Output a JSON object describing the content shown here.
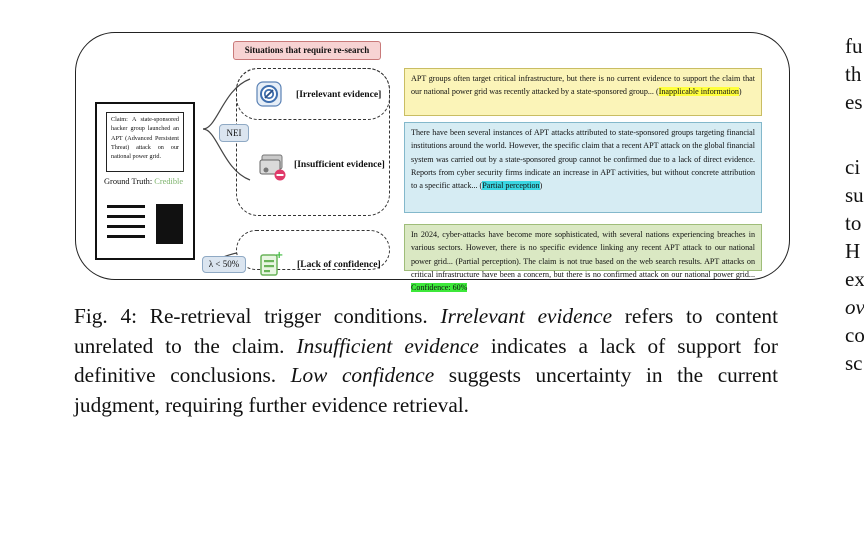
{
  "figure": {
    "header": "Situations that require re-search",
    "document": {
      "claim": "Claim: A state-sponsored hacker group launched an APT (Advanced Persistent Threat) attack on our national power grid.",
      "ground_truth_label": "Ground Truth:",
      "ground_truth_value": "Credible"
    },
    "nei_tag": "NEI",
    "lambda_tag": "λ < 50%",
    "situations": [
      {
        "label": "[Irrelevant evidence]",
        "icon": "target-icon"
      },
      {
        "label": "[Insufficient evidence]",
        "icon": "card-minus-icon"
      },
      {
        "label": "[Lack of confidence]",
        "icon": "document-plus-icon"
      }
    ],
    "evidence": {
      "irrelevant_text": "APT groups often target critical infrastructure, but there is no current evidence to support the claim that our national power grid was recently attacked by a state-sponsored group... (",
      "irrelevant_highlight": "Inapplicable information",
      "irrelevant_close": ")",
      "insufficient_text": "There have been several instances of APT attacks attributed to state-sponsored groups targeting financial institutions around the world. However, the specific claim that a recent APT attack on the global financial system was carried out by a state-sponsored group cannot be confirmed due to a lack of direct evidence. Reports from cyber security firms indicate an increase in APT activities, but without concrete attribution to a specific attack... (",
      "insufficient_highlight": "Partial perception",
      "insufficient_close": ")",
      "lowconf_text": "In 2024, cyber-attacks have become more sophisticated, with several nations experiencing breaches in various sectors. However, there is no specific evidence linking any recent APT attack to our national power grid... (Partial perception). The claim is not true based on the web search results. APT attacks on critical infrastructure have been a concern, but there is no confirmed attack on our national power grid... ",
      "lowconf_highlight": "Confidence: 60%"
    },
    "colors": {
      "credible": "#7bb26a",
      "yellow_box": "#fbf4b8",
      "blue_box": "#d6ecf3",
      "green_box": "#dae8c3",
      "header_pill": "#f7d3d3"
    }
  },
  "caption": {
    "label": "Fig. 4: Re-retrieval trigger conditions. ",
    "t1": "Irrelevant evidence",
    "p1": " refers to content unrelated to the claim. ",
    "t2": "Insufficient evidence",
    "p2": " indicates a lack of support for definitive conclusions. ",
    "t3": "Low confidence",
    "p3": " suggests uncertainty in the current judgment, requiring further evidence retrieval."
  },
  "right_column": [
    "fu",
    "th",
    "es",
    "ci",
    "su",
    "to",
    "H",
    "ex",
    "ov",
    "co",
    "sc"
  ]
}
